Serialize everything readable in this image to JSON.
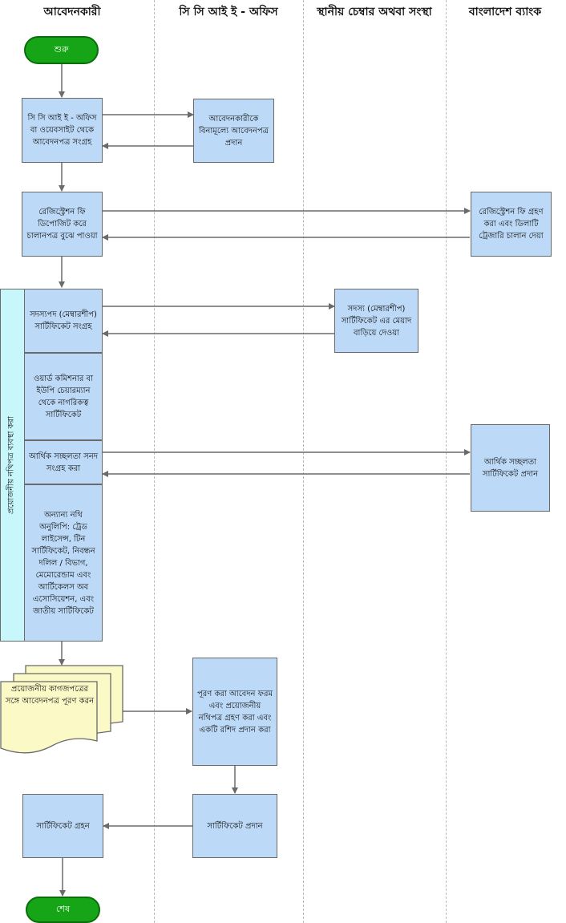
{
  "lanes": [
    {
      "label": "আবেদনকারী"
    },
    {
      "label": "সি সি আই ই - অফিস"
    },
    {
      "label": "স্থানীয় চেম্বার অথবা সংস্থা"
    },
    {
      "label": "বাংলাদেশ ব্যাংক"
    }
  ],
  "nodes": {
    "start": "শুরু",
    "collect_form": "সি সি আই ই - অফিস বা ওয়েবসাইট থেকে আবেদনপত্র সংগ্রহ",
    "free_form": "আবেদনকারীকে বিনামূল্যে আবেদনপত্র প্রদান",
    "reg_fee_deposit": "রেজিস্ট্রেশন ফি ডিপোজিট করে চালানপত্র বুঝে পাওয়া",
    "reg_fee_accept": "রেজিস্ট্রেশন ফি গ্রহণ করা এবং ডিলাটি ট্রেজারি চালান দেয়া",
    "membership_collect": "সদস্যপদ (মেম্বারশীপ) সার্টিফিকেট সংগ্রহ",
    "membership_extend": "সদস্য (মেম্বারশীপ) সার্টিফিকেট এর মেয়াদ বাড়িয়ে দেওয়া",
    "citizenship": "ওয়ার্ড কমিশনার বা ইউপি চেয়ারম্যান থেকে নাগরিকত্ব সার্টিফিকেট",
    "solvency_collect": "আর্থিক সচ্ছলতা সনদ সংগ্রহ করা",
    "solvency_issue": "আর্থিক সচ্ছলতা সার্টিফিকেট প্রদান",
    "other_docs": "অন্যান্য নথি অনুলিপি: ট্রেড লাইসেন্স, টিন সার্টিফিকেট, নিবন্ধন দলিল / বিভাগ, মেমোরেন্ডাম এবং আর্টিকেলস অব এসোসিয়েশন, এবং জাতীয় সার্টিফিকেট",
    "side_label": "প্রয়োজনীয় নথিপত্র ব্যবস্থা করা",
    "fill_form": "প্রয়োজনীয় কাগজপত্রের সঙ্গে আবেদনপত্র পূরণ করন",
    "receive_form": "পূরণ করা আবেদন ফরম এবং প্রয়োজনীয় নথিপত্র গ্রহণ করা এবং একটি রশিদ প্রদান করা",
    "cert_issue": "সার্টিফিকেট প্রদান",
    "cert_receive": "সার্টিফিকেট গ্রহন",
    "end": "শেষ"
  },
  "colors": {
    "process_fill": "#bcd9f7",
    "terminal_fill": "#16a516",
    "side_fill": "#c8f7fb",
    "document_fill": "#fbf9c6",
    "line": "#6a6a6a"
  }
}
